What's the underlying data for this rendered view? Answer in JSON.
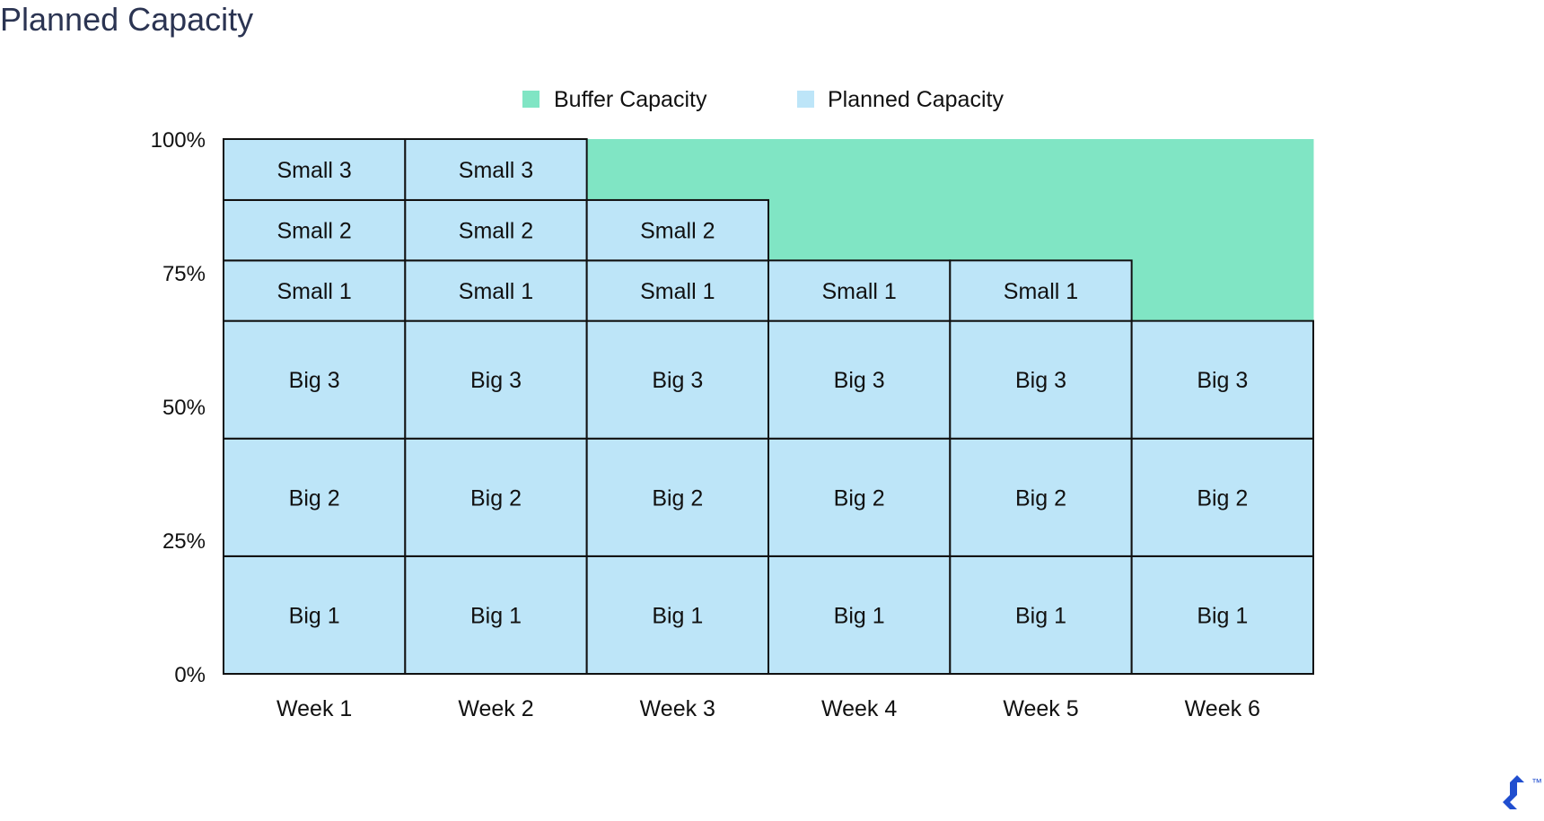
{
  "title": "Planned Capacity",
  "logo": {
    "icon": "toptal-logo-icon",
    "mark": "™"
  },
  "colors": {
    "buffer": "#80e5c4",
    "planned": "#bde5f8",
    "border": "#111111",
    "title": "#2b3452"
  },
  "chart_data": {
    "type": "bar",
    "stacked": true,
    "title": "Planned Capacity",
    "xlabel": "",
    "ylabel": "",
    "ylim": [
      0,
      100
    ],
    "yticks": [
      0,
      25,
      50,
      75,
      100
    ],
    "ytick_labels": [
      "0%",
      "25%",
      "50%",
      "75%",
      "100%"
    ],
    "grid": false,
    "legend": {
      "position": "top-center",
      "entries": [
        {
          "label": "Buffer Capacity",
          "color": "#80e5c4"
        },
        {
          "label": "Planned Capacity",
          "color": "#bde5f8"
        }
      ]
    },
    "categories": [
      "Week 1",
      "Week 2",
      "Week 3",
      "Week 4",
      "Week 5",
      "Week 6"
    ],
    "buffer_top": 100,
    "blocks": [
      {
        "label": "Big 1",
        "size": 22,
        "weeks": [
          1,
          1,
          1,
          1,
          1,
          1
        ]
      },
      {
        "label": "Big 2",
        "size": 22,
        "weeks": [
          1,
          1,
          1,
          1,
          1,
          1
        ]
      },
      {
        "label": "Big 3",
        "size": 22,
        "weeks": [
          1,
          1,
          1,
          1,
          1,
          1
        ]
      },
      {
        "label": "Small 1",
        "size": 11.3,
        "weeks": [
          1,
          1,
          1,
          1,
          1,
          0
        ]
      },
      {
        "label": "Small 2",
        "size": 11.3,
        "weeks": [
          1,
          1,
          1,
          0,
          0,
          0
        ]
      },
      {
        "label": "Small 3",
        "size": 11.4,
        "weeks": [
          1,
          1,
          0,
          0,
          0,
          0
        ]
      }
    ]
  }
}
